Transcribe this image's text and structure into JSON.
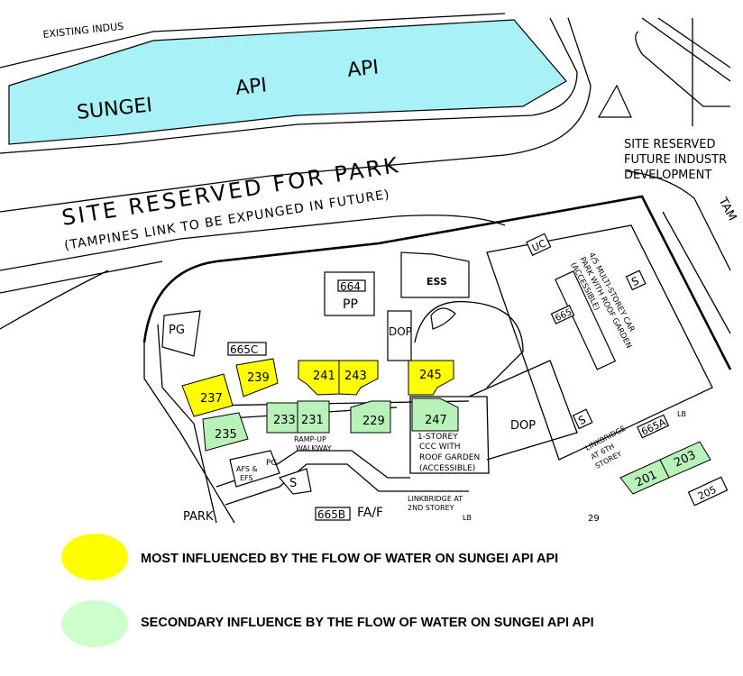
{
  "map": {
    "labels": {
      "existing": "EXISTING INDUS",
      "river1": "SUNGEI",
      "river2": "API",
      "river3": "API",
      "park1": "SITE RESERVED FOR PARK",
      "park2": "(TAMPINES LINK TO BE EXPUNGED IN FUTURE)",
      "ind1": "SITE RESERVED",
      "ind2": "FUTURE INDUSTR",
      "ind3": "DEVELOPMENT",
      "tam": "TAM",
      "pg1": "PG",
      "pg2": "PG",
      "b664": "664",
      "pp": "PP",
      "ess": "ESS",
      "dop1": "DOP",
      "dop2": "DOP",
      "uc": "UC",
      "b665": "665",
      "b665a": "665A",
      "b665b": "665B",
      "b665c": "665C",
      "carpark1": "4/5 MULTI-STOREY CAR",
      "carpark2": "PARK WITH ROOF GARDEN",
      "carpark3": "(ACCESSIBLE)",
      "s1": "S",
      "s2": "S",
      "s3": "S",
      "ramp1": "RAMP-UP",
      "ramp2": "WALKWAY",
      "ccc1": "1-STOREY",
      "ccc2": "CCC WITH",
      "ccc3": "ROOF GARDEN",
      "ccc4": "(ACCESSIBLE)",
      "afs1": "AFS &",
      "afs2": "EFS",
      "faf": "FA/F",
      "link2a": "LINKBRIDGE AT",
      "link2b": "2ND STOREY",
      "link6a": "LINKBRIDGE",
      "link6b": "AT 6TH",
      "link6c": "STOREY",
      "lb": "LB",
      "park": "PARK",
      "b205": "205",
      "b29": "29"
    },
    "blocks_most": [
      "237",
      "239",
      "241",
      "243",
      "245"
    ],
    "blocks_secondary": [
      "235",
      "233",
      "231",
      "229",
      "247",
      "201",
      "203"
    ],
    "colors": {
      "river": "#a8f2f7",
      "most": "#ffff00",
      "secondary": "#b8f2b8"
    }
  },
  "legend": [
    {
      "color": "#ffff00",
      "label": "MOST INFLUENCED BY THE FLOW OF WATER ON SUNGEI API API"
    },
    {
      "color": "#ccffcc",
      "label": "SECONDARY INFLUENCE BY THE FLOW OF WATER ON SUNGEI API API"
    }
  ]
}
